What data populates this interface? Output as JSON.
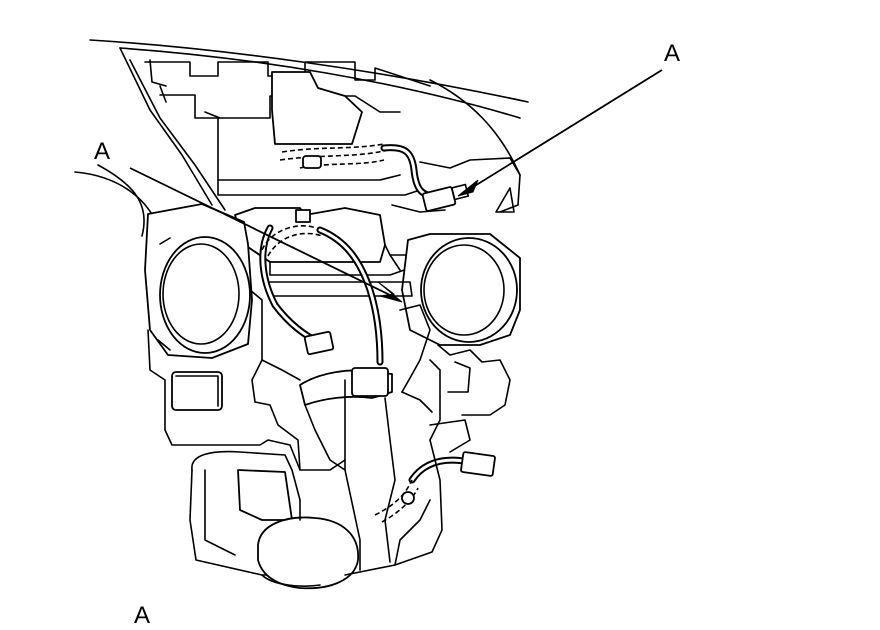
{
  "diagram": {
    "callouts": [
      {
        "id": "right",
        "label": "A"
      },
      {
        "id": "left",
        "label": "A"
      }
    ],
    "caption": "A"
  }
}
